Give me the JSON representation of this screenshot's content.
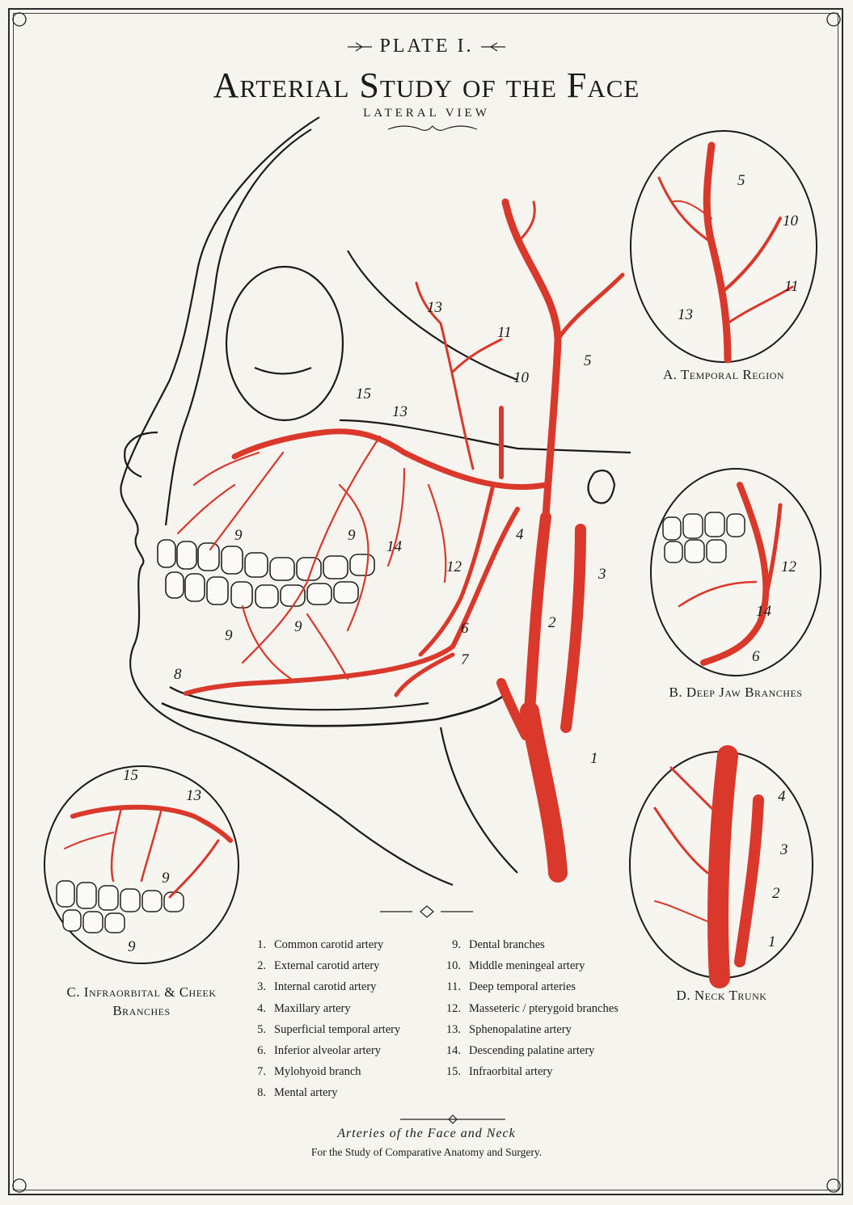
{
  "header": {
    "plate": "PLATE I.",
    "title": "Arterial Study of the Face",
    "subtitle": "LATERAL VIEW"
  },
  "main_labels": [
    "1",
    "2",
    "3",
    "4",
    "5",
    "6",
    "7",
    "8",
    "9",
    "9",
    "9",
    "9",
    "10",
    "11",
    "12",
    "13",
    "13",
    "14",
    "15"
  ],
  "insets": {
    "a": {
      "title": "A. Temporal Region",
      "labels": [
        "5",
        "10",
        "11",
        "13"
      ]
    },
    "b": {
      "title": "B. Deep Jaw Branches",
      "labels": [
        "12",
        "14",
        "6"
      ]
    },
    "c": {
      "title": "C. Infraorbital & Cheek Branches",
      "labels": [
        "15",
        "13",
        "9",
        "9"
      ]
    },
    "d": {
      "title": "D. Neck Trunk",
      "labels": [
        "4",
        "3",
        "2",
        "1"
      ]
    }
  },
  "legend": {
    "left": [
      {
        "num": "1.",
        "name": "Common carotid artery"
      },
      {
        "num": "2.",
        "name": "External carotid artery"
      },
      {
        "num": "3.",
        "name": "Internal carotid artery"
      },
      {
        "num": "4.",
        "name": "Maxillary artery"
      },
      {
        "num": "5.",
        "name": "Superficial temporal artery"
      },
      {
        "num": "6.",
        "name": "Inferior alveolar artery"
      },
      {
        "num": "7.",
        "name": "Mylohyoid branch"
      },
      {
        "num": "8.",
        "name": "Mental artery"
      }
    ],
    "right": [
      {
        "num": "9.",
        "name": "Dental branches"
      },
      {
        "num": "10.",
        "name": "Middle meningeal artery"
      },
      {
        "num": "11.",
        "name": "Deep temporal arteries"
      },
      {
        "num": "12.",
        "name": "Masseteric / pterygoid branches"
      },
      {
        "num": "13.",
        "name": "Sphenopalatine artery"
      },
      {
        "num": "14.",
        "name": "Descending palatine artery"
      },
      {
        "num": "15.",
        "name": "Infraorbital artery"
      }
    ]
  },
  "footer": {
    "line1": "Arteries of the Face and Neck",
    "line2": "For the Study of Comparative Anatomy and Surgery."
  },
  "colors": {
    "artery": "#d9382b",
    "ink": "#1b1b1b",
    "paper": "#f6f4ef"
  }
}
